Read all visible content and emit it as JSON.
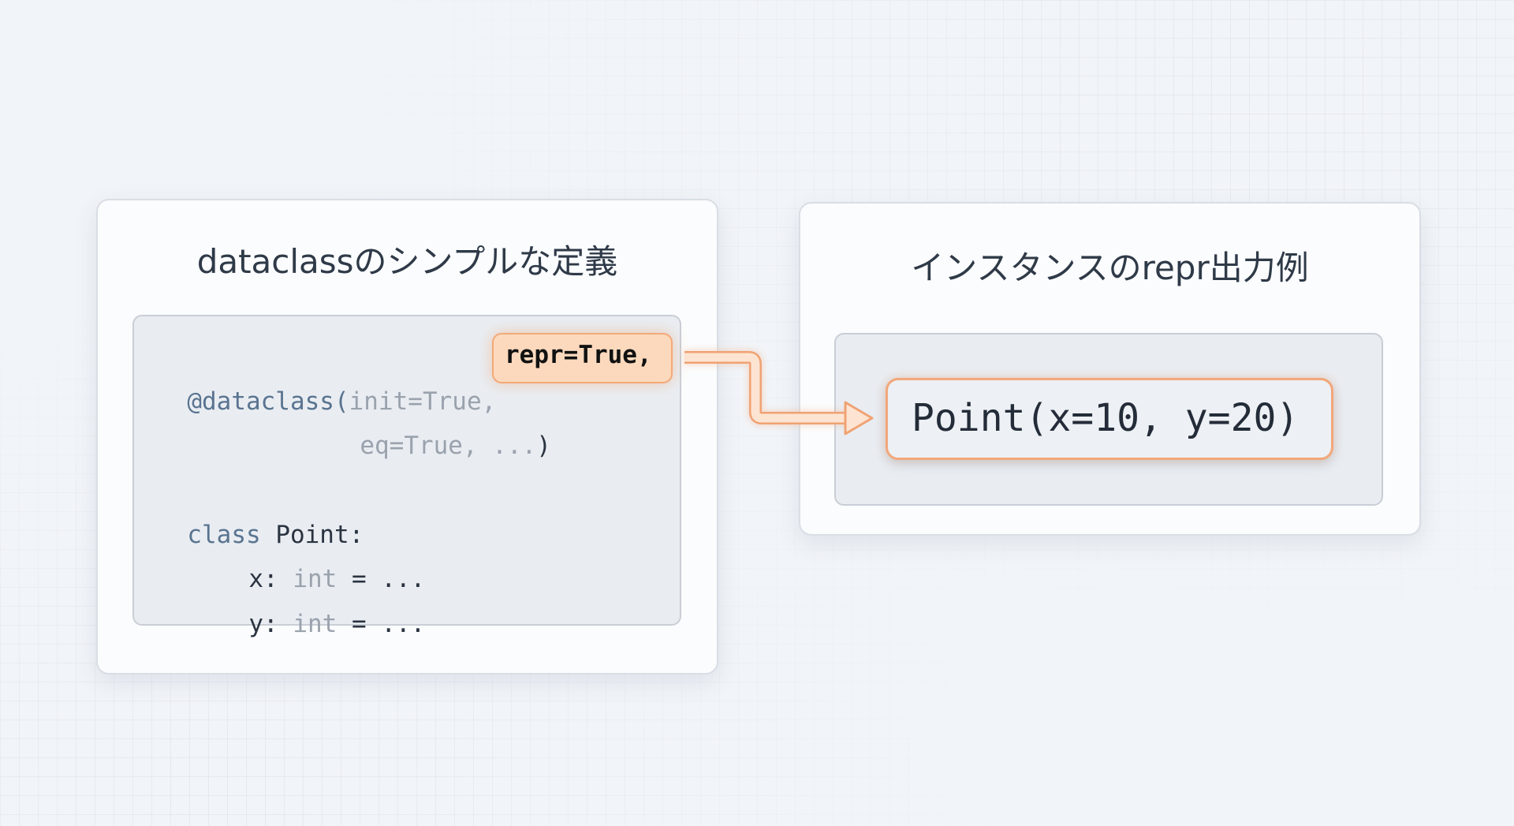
{
  "left_panel": {
    "title": "dataclassのシンプルな定義",
    "code": {
      "line1_decorator": "@dataclass(",
      "line1_args": "init=True,",
      "highlight": "repr=True,",
      "line2_args": "eq=True, ...",
      "line2_close": ")",
      "class_kw": "class",
      "class_name": " Point:",
      "field_x_name": "x:",
      "field_x_type": "int",
      "field_x_rest": "= ...",
      "field_y_name": "y:",
      "field_y_type": "int",
      "field_y_rest": "= ..."
    }
  },
  "right_panel": {
    "title": "インスタンスのrepr出力例",
    "output": "Point(x=10, y=20)"
  },
  "colors": {
    "accent": "#f2a77a",
    "highlight_fill": "#fcd9bd"
  }
}
